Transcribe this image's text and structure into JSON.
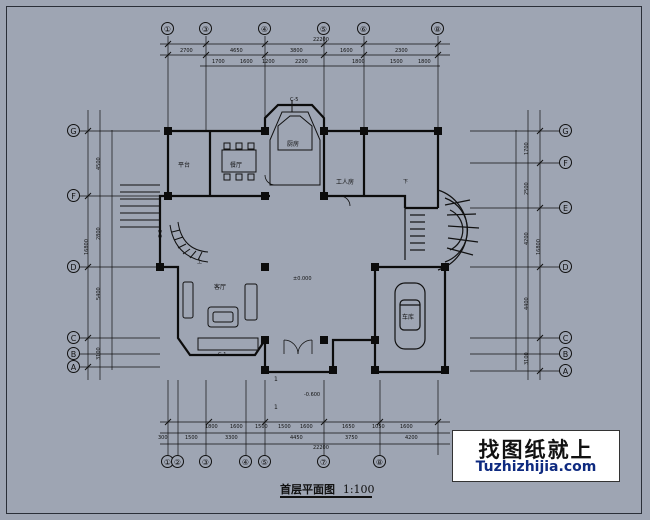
{
  "title": "首层平面图",
  "scale": "1:100",
  "watermark": {
    "cn": "找图纸就上",
    "en": "Tuzhizhijia.com"
  },
  "axes": {
    "top": [
      "①",
      "③",
      "④",
      "⑤",
      "⑥",
      "⑧"
    ],
    "bottom": [
      "①",
      "②",
      "③",
      "④",
      "⑤",
      "⑦",
      "⑧"
    ],
    "left": [
      "G",
      "F",
      "D",
      "C",
      "B",
      "A"
    ],
    "right": [
      "G",
      "F",
      "E",
      "D",
      "C",
      "B",
      "A"
    ]
  },
  "top_dims": {
    "total": "22200",
    "row1": [
      "2700",
      "4650",
      "3800",
      "1600",
      "2300"
    ],
    "row2": [
      "1700",
      "1600",
      "1200",
      "2200",
      "1800",
      "1500",
      "1800"
    ]
  },
  "bottom_dims": {
    "total": "22200",
    "row1": [
      "300",
      "1500",
      "3300",
      "4450",
      "3750",
      "4200"
    ],
    "row2": [
      "1800",
      "1600",
      "1500",
      "1500",
      "1600",
      "1650",
      "1050",
      "1600"
    ]
  },
  "left_dims": {
    "total": "16800",
    "row1": [
      "4500",
      "2800",
      "5400",
      "3100"
    ]
  },
  "right_dims": {
    "total": "16800",
    "row1": [
      "1700",
      "2500",
      "4200",
      "4400",
      "3100"
    ]
  },
  "rooms": [
    "平台",
    "餐厅",
    "厨房",
    "工人房",
    "客厅",
    "车库"
  ],
  "labels": {
    "c5": "C-5",
    "c3": "C-3",
    "c1": "C-1",
    "up": "上",
    "down": "下",
    "level0": "±0.000",
    "level_neg": "-0.600",
    "cut": "1"
  },
  "colors": {
    "bg": "#9ea5b3",
    "line": "#111111",
    "wall": "#0c0c0c"
  }
}
